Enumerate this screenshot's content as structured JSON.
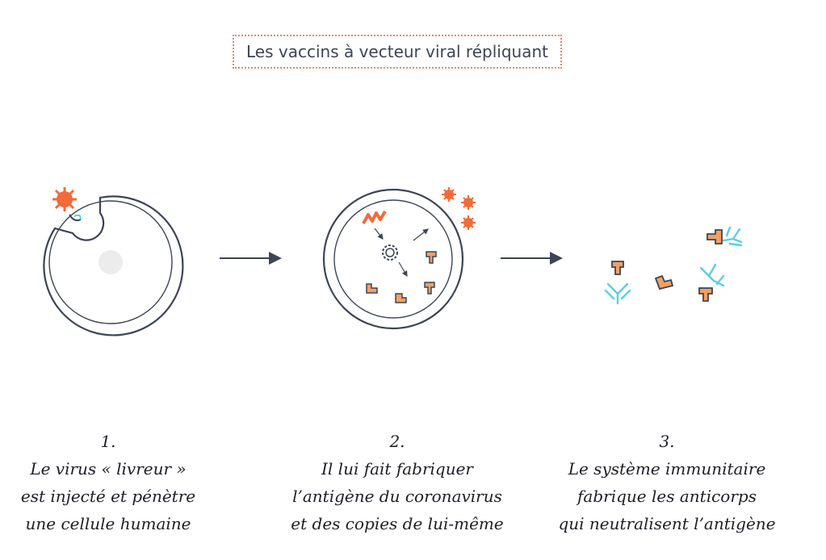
{
  "title": "Les vaccins à vecteur viral répliquant",
  "steps": [
    {
      "number": "1.",
      "lines": [
        "Le virus « livreur »",
        "est injecté et pénètre",
        "une cellule humaine"
      ]
    },
    {
      "number": "2.",
      "lines": [
        "Il lui fait fabriquer",
        "l’antigène du coronavirus",
        "et des copies de lui-même"
      ]
    },
    {
      "number": "3.",
      "lines": [
        "Le système immunitaire",
        "fabrique les anticorps",
        "qui neutralisent l’antigène"
      ]
    }
  ],
  "colors": {
    "virus": "#f26b3a",
    "antigen": "#f2a064",
    "antibody": "#5ccde0",
    "outline": "#3c4456",
    "title_border": "#e8866a"
  },
  "icons": [
    "virus-icon",
    "cell-icon",
    "arrow-icon",
    "gear-icon",
    "antigen-icon",
    "antibody-icon",
    "rna-icon"
  ]
}
